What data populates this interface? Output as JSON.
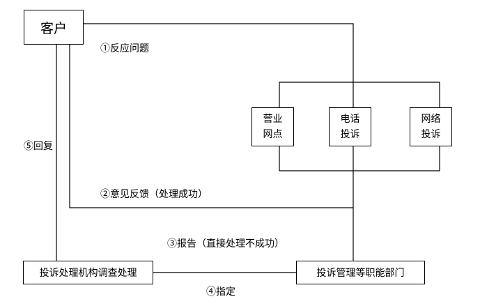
{
  "nodes": {
    "client": "客户",
    "yingye_line1": "营业",
    "yingye_line2": "网点",
    "dianhua_line1": "电话",
    "dianhua_line2": "投诉",
    "wangluo_line1": "网络",
    "wangluo_line2": "投诉",
    "chuli": "投诉处理机构调查处理",
    "guanli": "投诉管理等职能部门"
  },
  "labels": {
    "step1": "①反应问题",
    "step2": "②意见反馈（处理成功）",
    "step3": "③报告（直接处理不成功）",
    "step4": "④指定",
    "step5": "⑤回复"
  },
  "colors": {
    "line": "#000000",
    "background": "#ffffff"
  }
}
